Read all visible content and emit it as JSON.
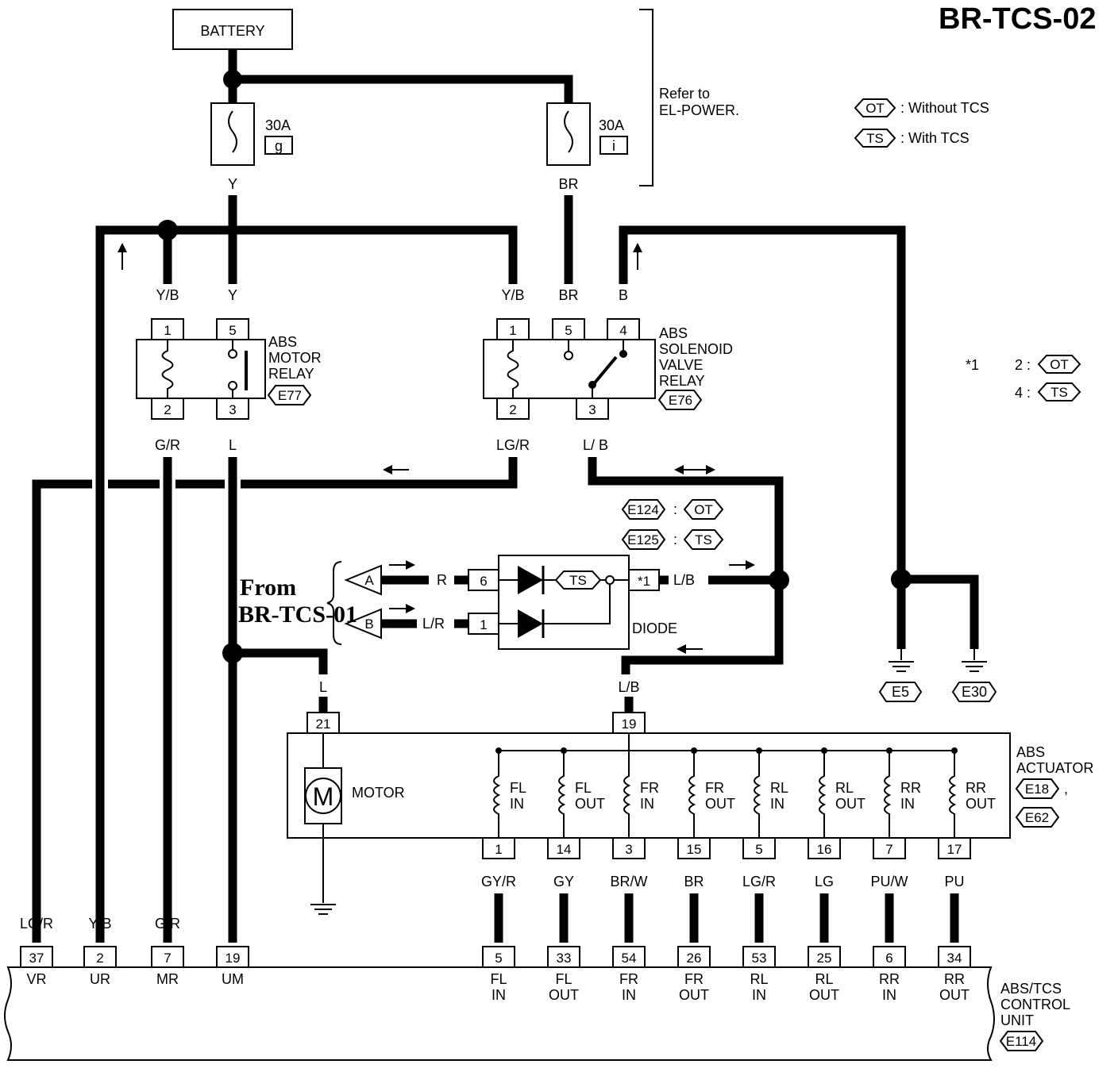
{
  "title": "BR-TCS-02",
  "battery": "BATTERY",
  "refer": [
    "Refer to",
    "EL-POWER."
  ],
  "legend": {
    "ot_tag": "OT",
    "ot_text": ": Without TCS",
    "ts_tag": "TS",
    "ts_text": ": With TCS"
  },
  "note": {
    "star": "*1",
    "line1_num": "2 :",
    "line1_tag": "OT",
    "line2_num": "4 :",
    "line2_tag": "TS"
  },
  "fuses": [
    {
      "amp": "30A",
      "id": "g",
      "wire": "Y"
    },
    {
      "amp": "30A",
      "id": "i",
      "wire": "BR"
    }
  ],
  "motor_relay": {
    "name": [
      "ABS",
      "MOTOR",
      "RELAY"
    ],
    "conn": "E77",
    "pins_top": [
      "1",
      "5"
    ],
    "pins_bottom": [
      "2",
      "3"
    ],
    "wires_top": [
      "Y/B",
      "Y"
    ],
    "wires_bottom": [
      "G/R",
      "L"
    ]
  },
  "solenoid_relay": {
    "name": [
      "ABS",
      "SOLENOID",
      "VALVE",
      "RELAY"
    ],
    "conn": "E76",
    "pins_top": [
      "1",
      "5",
      "4"
    ],
    "pins_bottom": [
      "2",
      "3"
    ],
    "wires_top": [
      "Y/B",
      "BR",
      "B"
    ],
    "wires_bottom": [
      "LG/R",
      "L/ B"
    ]
  },
  "diode": {
    "label": "DIODE",
    "conn1": "E124",
    "conn1_tag": "OT",
    "conn2": "E125",
    "conn2_tag": "TS",
    "sep": ":",
    "pin_a": "6",
    "pin_b": "1",
    "pin_out": "*1",
    "wire_a": "R",
    "wire_b": "L/R",
    "wire_out": "L/B",
    "ts_tag": "TS"
  },
  "from": {
    "line1": "From",
    "line2": "BR-TCS-01",
    "a": "A",
    "b": "B"
  },
  "grounds": [
    {
      "wire": "B",
      "conn": "E5"
    },
    {
      "wire": "B",
      "conn": "E30"
    }
  ],
  "actuator": {
    "name": [
      "ABS",
      "ACTUATOR"
    ],
    "conn1": "E18",
    "comma": ",",
    "conn2": "E62",
    "motor_pin": "21",
    "motor_wire": "L",
    "motor_label": "MOTOR",
    "motor_symbol": "M",
    "common_pin": "19",
    "common_wire": "L/B",
    "solenoids": [
      {
        "l1": "FL",
        "l2": "IN",
        "pin": "1",
        "wire": "GY/R",
        "cu_pin": "5"
      },
      {
        "l1": "FL",
        "l2": "OUT",
        "pin": "14",
        "wire": "GY",
        "cu_pin": "33"
      },
      {
        "l1": "FR",
        "l2": "IN",
        "pin": "3",
        "wire": "BR/W",
        "cu_pin": "54"
      },
      {
        "l1": "FR",
        "l2": "OUT",
        "pin": "15",
        "wire": "BR",
        "cu_pin": "26"
      },
      {
        "l1": "RL",
        "l2": "IN",
        "pin": "5",
        "wire": "LG/R",
        "cu_pin": "53"
      },
      {
        "l1": "RL",
        "l2": "OUT",
        "pin": "16",
        "wire": "LG",
        "cu_pin": "25"
      },
      {
        "l1": "RR",
        "l2": "IN",
        "pin": "7",
        "wire": "PU/W",
        "cu_pin": "6"
      },
      {
        "l1": "RR",
        "l2": "OUT",
        "pin": "17",
        "wire": "PU",
        "cu_pin": "34"
      }
    ]
  },
  "control_unit": {
    "name": [
      "ABS/TCS",
      "CONTROL",
      "UNIT"
    ],
    "conn": "E114",
    "left_pins": [
      {
        "pin": "37",
        "wire": "LG/R",
        "label": "VR"
      },
      {
        "pin": "2",
        "wire": "Y/B",
        "label": "UR"
      },
      {
        "pin": "7",
        "wire": "G/R",
        "label": "MR"
      },
      {
        "pin": "19",
        "wire": "L",
        "label": "UM"
      }
    ],
    "right_labels": [
      [
        "FL",
        "IN"
      ],
      [
        "FL",
        "OUT"
      ],
      [
        "FR",
        "IN"
      ],
      [
        "FR",
        "OUT"
      ],
      [
        "RL",
        "IN"
      ],
      [
        "RL",
        "OUT"
      ],
      [
        "RR",
        "IN"
      ],
      [
        "RR",
        "OUT"
      ]
    ]
  }
}
